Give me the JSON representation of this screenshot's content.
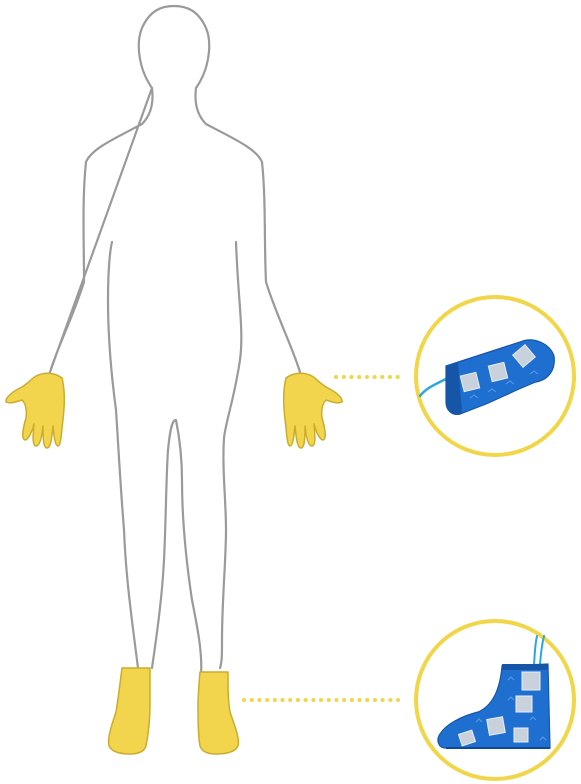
{
  "colors": {
    "body_outline": "#9a9a9a",
    "highlight_fill": "#f2d54c",
    "highlight_stroke": "#c9ad2f",
    "callout_ring": "#f1d64a",
    "connector_dots": "#f1d64a",
    "garment_blue": "#1f6fd1",
    "garment_blue_dark": "#1656a8",
    "electrode_pad": "#c9d2dc",
    "cable_blue": "#2aa7e0"
  },
  "figure": {
    "icon": "human-silhouette-icon",
    "highlighted_regions": [
      "left-hand",
      "right-hand",
      "left-foot",
      "right-foot"
    ]
  },
  "callouts": [
    {
      "target": "hand",
      "icon": "electrode-glove-icon"
    },
    {
      "target": "foot",
      "icon": "electrode-sock-icon"
    }
  ]
}
